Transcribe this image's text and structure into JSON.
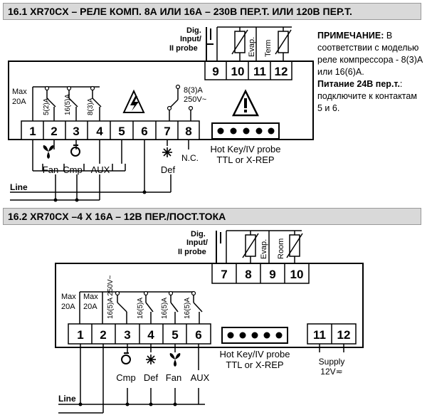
{
  "section1": {
    "header": "16.1   XR70CX – РЕЛЕ КОМП. 8А ИЛИ 16А – 230В ПЕР.Т. ИЛИ 120В ПЕР.Т.",
    "upper_terminals": [
      "9",
      "10",
      "11",
      "12"
    ],
    "lower_terminals": [
      "1",
      "2",
      "3",
      "4",
      "5",
      "6",
      "7",
      "8"
    ],
    "digital_input_label": [
      "Dig.",
      "Input/",
      "II probe"
    ],
    "probe_labels": [
      "Evap.",
      "Term"
    ],
    "max_label": [
      "Max",
      "20A"
    ],
    "relay_ratings": [
      "5(2)A",
      "16(5)A",
      "8(3)A"
    ],
    "relay8_rating": [
      "8(3)A",
      "250V~"
    ],
    "loads": [
      "Fan",
      "Cmp",
      "AUX",
      "Def",
      "N.C."
    ],
    "hotkey_label": [
      "Hot Key/IV probe",
      "TTL or X-REP"
    ],
    "line_label": "Line"
  },
  "note": {
    "title": "ПРИМЕЧАНИЕ:",
    "text": "В соответствии с моделью реле компрессора - 8(3)А или 16(6)А.",
    "supply_title": "Питание 24В пер.т.",
    "supply_text": ": подключите к контактам 5 и 6."
  },
  "section2": {
    "header": "16.2   XR70CX –4 X 16A – 12В ПЕР./ПОСТ.ТОКА",
    "upper_terminals": [
      "7",
      "8",
      "9",
      "10"
    ],
    "lower_terminals": [
      "1",
      "2",
      "3",
      "4",
      "5",
      "6"
    ],
    "supply_terminals": [
      "11",
      "12"
    ],
    "digital_input_label": [
      "Dig.",
      "Input/",
      "II probe"
    ],
    "probe_labels": [
      "Evap.",
      "Room"
    ],
    "max_labels": [
      [
        "Max",
        "20A"
      ],
      [
        "Max",
        "20A"
      ]
    ],
    "relay_ratings": [
      "16(5)A 250V~",
      "16(5)A",
      "16(5)A",
      "16(5)A"
    ],
    "loads": [
      "Cmp",
      "Def",
      "Fan",
      "AUX"
    ],
    "hotkey_label": [
      "Hot Key/IV probe",
      "TTL or X-REP"
    ],
    "supply_label": [
      "Supply",
      "12V≂"
    ],
    "line_label": "Line"
  }
}
